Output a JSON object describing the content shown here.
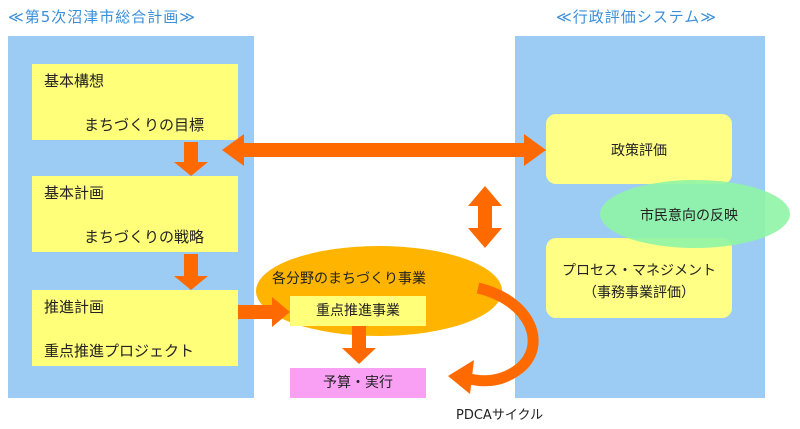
{
  "left_title": "≪第5次沼津市総合計画≫",
  "right_title": "≪行政評価システム≫",
  "left_boxes": [
    {
      "heading": "基本構想",
      "sub": "まちづくりの目標"
    },
    {
      "heading": "基本計画",
      "sub": "まちづくりの戦略"
    },
    {
      "heading": "推進計画",
      "sub": "重点推進プロジェクト"
    }
  ],
  "right_boxes": {
    "policy": "政策評価",
    "citizen": "市民意向の反映",
    "process_line1": "プロセス・マネジメント",
    "process_line2": "（事務事業評価）"
  },
  "center": {
    "projects": "各分野のまちづくり事業",
    "priority": "重点推進事業",
    "budget": "予算・実行"
  },
  "cycle_label": "PDCAサイクル",
  "colors": {
    "panel": "#9ccbf4",
    "yellow": "#ffff7a",
    "arrow": "#ff6a00",
    "orange_ellipse": "#ffb400",
    "green_ellipse": "#8ff5a6",
    "pink": "#f9a0f5",
    "title": "#3a8fd8"
  }
}
